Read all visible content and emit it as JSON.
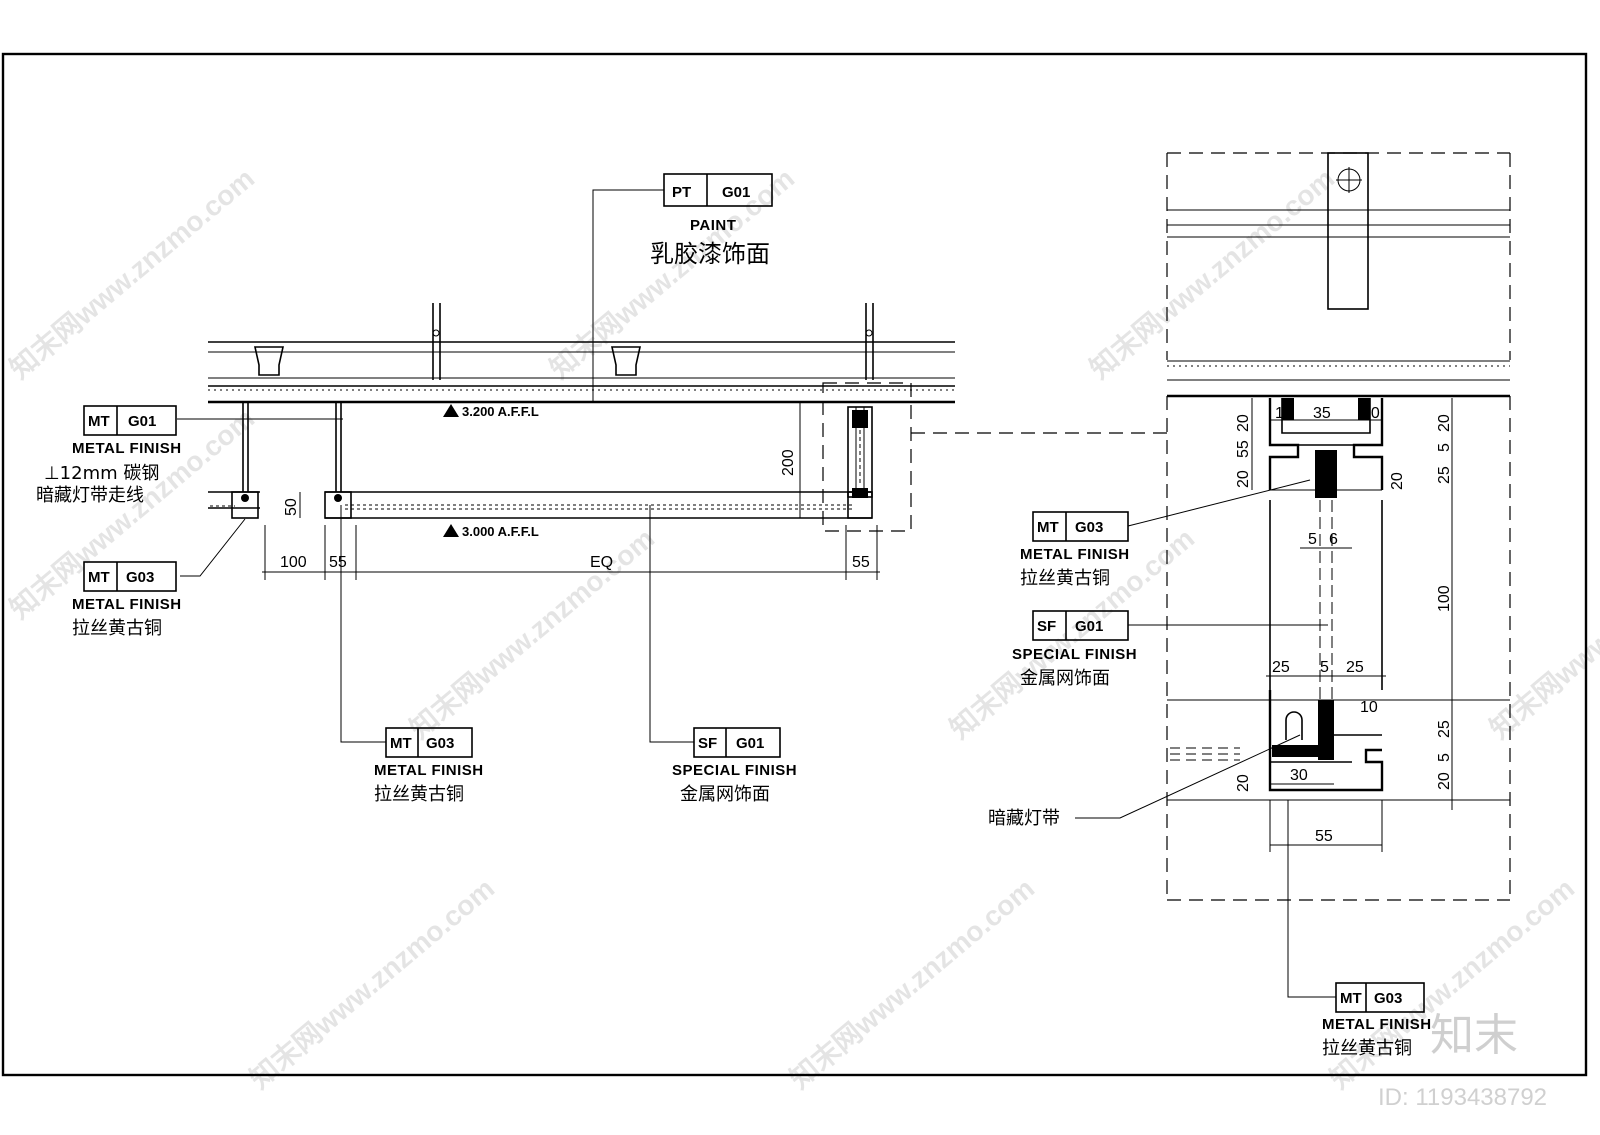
{
  "tags": {
    "pt_g01": {
      "code": "PT",
      "id": "G01",
      "title": "PAINT",
      "desc": "乳胶漆饰面"
    },
    "mt_g01": {
      "code": "MT",
      "id": "G01",
      "title": "METAL FINISH",
      "desc_line1": "⊥12mm 碳钢",
      "desc_line2": "暗藏灯带走线"
    },
    "mt_g03_left": {
      "code": "MT",
      "id": "G03",
      "title": "METAL FINISH",
      "desc": "拉丝黄古铜"
    },
    "mt_g03_mid": {
      "code": "MT",
      "id": "G03",
      "title": "METAL FINISH",
      "desc": "拉丝黄古铜"
    },
    "sf_g01_mid": {
      "code": "SF",
      "id": "G01",
      "title": "SPECIAL FINISH",
      "desc": "金属网饰面"
    },
    "mt_g03_right": {
      "code": "MT",
      "id": "G03",
      "title": "METAL FINISH",
      "desc": "拉丝黄古铜"
    },
    "sf_g01_right": {
      "code": "SF",
      "id": "G01",
      "title": "SPECIAL FINISH",
      "desc": "金属网饰面"
    },
    "mt_g03_bottom": {
      "code": "MT",
      "id": "G03",
      "title": "METAL FINISH",
      "desc": "拉丝黄古铜"
    }
  },
  "levels": {
    "upper": "3.200 A.F.F.L",
    "lower": "3.000 A.F.F.L"
  },
  "left_dims": {
    "d100": "100",
    "d55a": "55",
    "eq": "EQ",
    "d55b": "55",
    "d50": "50",
    "d200": "200"
  },
  "right_dims": {
    "top10a": "10",
    "top35": "35",
    "top10b": "10",
    "l20a": "20",
    "l55": "55",
    "l20b": "20",
    "r20a": "20",
    "r5a": "5",
    "r25a": "25",
    "r20mid": "20",
    "c5": "5",
    "c5b": "5",
    "c6": "6",
    "h100": "100",
    "b25a": "25",
    "b5": "5",
    "b25b": "25",
    "b10": "10",
    "r25b": "25",
    "r5b": "5",
    "r20b": "20",
    "b30": "30",
    "b55": "55"
  },
  "light_label": "暗藏灯带",
  "watermark": "知末网www.znzmo.com",
  "brand": "知末",
  "id_label": "ID: 1193438792"
}
